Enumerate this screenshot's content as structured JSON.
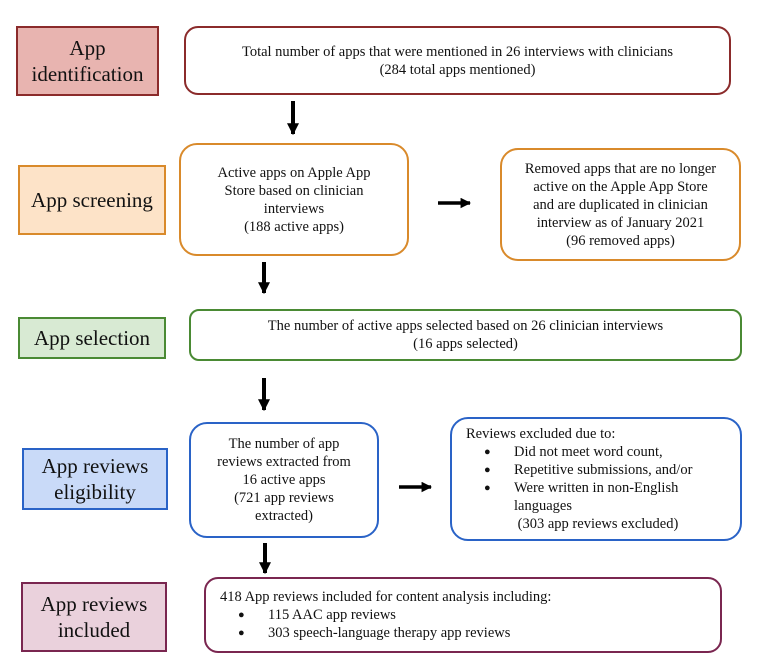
{
  "colors": {
    "identification": {
      "fill": "#e8b4b0",
      "border": "#8b2b2b"
    },
    "screening": {
      "fill": "#fde3c8",
      "border": "#d98a2b"
    },
    "selection": {
      "fill": "#d8ead3",
      "border": "#4a8a34"
    },
    "eligibility": {
      "fill": "#c9daf8",
      "border": "#2a63c7"
    },
    "included": {
      "fill": "#ead1dc",
      "border": "#7a2650"
    }
  },
  "stages": {
    "identification": [
      "App",
      "identification"
    ],
    "screening": [
      "App screening"
    ],
    "selection": [
      "App selection"
    ],
    "eligibility": [
      "App reviews",
      "eligibility"
    ],
    "included": [
      "App reviews",
      "included"
    ]
  },
  "boxes": {
    "total_mentioned": {
      "lines": [
        "Total number of apps that were mentioned in 26 interviews with clinicians",
        "(284 total apps mentioned)"
      ]
    },
    "active_apps": {
      "lines": [
        "Active apps on Apple App",
        "Store based on clinician",
        "interviews",
        "(188 active apps)"
      ]
    },
    "removed_apps": {
      "lines": [
        "Removed apps that are no longer",
        "active on the Apple App Store",
        "and are duplicated in clinician",
        "interview as of January 2021",
        "(96 removed apps)"
      ]
    },
    "selected_apps": {
      "lines": [
        "The number of active apps selected based on 26 clinician interviews",
        "(16 apps selected)"
      ]
    },
    "reviews_extracted": {
      "lines": [
        "The number of app",
        "reviews extracted from",
        "16 active apps",
        "(721 app reviews",
        "extracted)"
      ]
    },
    "reviews_excluded": {
      "heading": "Reviews excluded due to:",
      "bullets": [
        "Did not meet word count,",
        "Repetitive submissions, and/or",
        "Were written in non-English"
      ],
      "continuation": "languages",
      "footer": "(303 app reviews excluded)"
    },
    "reviews_included": {
      "heading": "418 App reviews included for content analysis including:",
      "bullets": [
        "115 AAC app reviews",
        "303 speech-language therapy app reviews"
      ]
    }
  }
}
